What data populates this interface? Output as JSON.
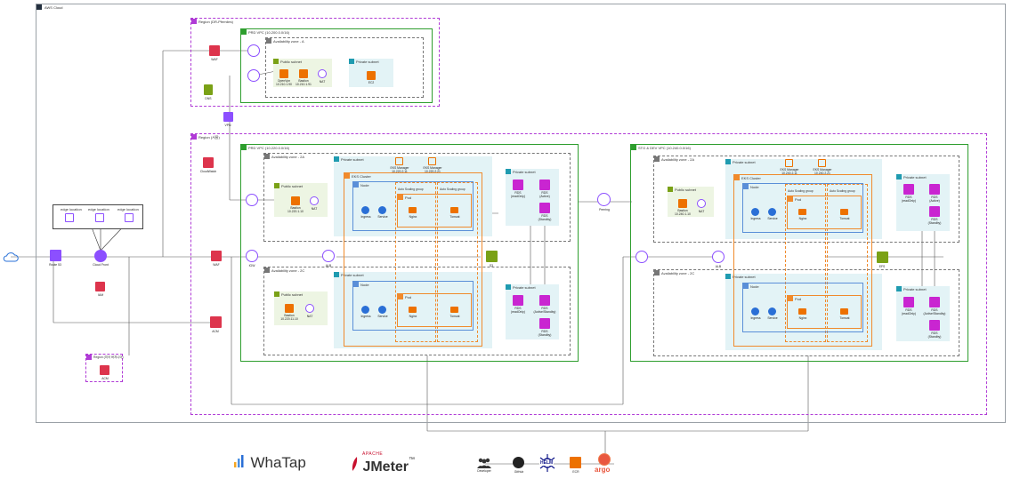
{
  "colors": {
    "region": "#b03bd6",
    "vpc": "#2e9e2e",
    "public_subnet": "#edf5e3",
    "private_subnet": "#e3f3f6",
    "eks": "#f08a2c",
    "node": "#5a8fd8",
    "security": "#dd344c",
    "network": "#8c4fff",
    "compute": "#ed7100",
    "storage": "#7aa116"
  },
  "cloud": {
    "title": "AWS Cloud"
  },
  "edge": {
    "edge_locations": [
      "edge location",
      "edge location",
      "edge location"
    ],
    "route53": "Route 53",
    "cloudfront": "Cloud Front",
    "iam": "IAM",
    "waf_cf": "WAF",
    "acm_main": "ACM",
    "region_us": "Region (미국 버지니아)",
    "acm_us": "ACM"
  },
  "region_top": {
    "title": "Region (DR-Pfemiles)",
    "waf": "WAF",
    "dns": "DNS",
    "vpn": "VPN",
    "vpc_title": "PRD VPC (10.200.0.0/16)",
    "az_title": "Availability zone - A",
    "public_subnet": "Public subnet",
    "openvpn": "OpenVpn\n10.210.1.90",
    "bastion": "Bastion\n10.210.1.91",
    "nat": "NAT",
    "private_subnet": "Private subnet",
    "ec2": "EC2"
  },
  "region_main": {
    "title": "Region (서울)",
    "cloudwatch": "CloudWatch",
    "waf": "WAF",
    "peering": "Peering",
    "prd": {
      "vpc_title": "PRD VPC (10.220.0.0/16)",
      "az_a": "Availability zone - 2A",
      "az_c": "Availability zone - 2C",
      "igw": "IGW",
      "alb": "ALB",
      "s3": "S3",
      "public_subnet_a": "Public subnet",
      "bastion_a": "Bastion\n10.220.1.10",
      "nat_a": "NAT",
      "public_subnet_c": "Public subnet",
      "bastion_c": "Bastion\n10.220.11.10",
      "nat_c": "NAT",
      "private_subnet": "Private subnet",
      "eks_cluster": "EKS Cluster",
      "ec2_manager_1": "EKS Manager\n10.220.2.11",
      "ec2_manager_2": "EKS Manager\n10.220.2.21",
      "asg_1": "Auto Scaling group",
      "asg_2": "Auto Scaling group",
      "node": "Node",
      "pod": "Pod",
      "ingress": "Ingress",
      "service": "Service",
      "nginx": "Nginx",
      "tomcat": "Tomcat",
      "db_private_a": "Private subnet",
      "rds_readonly_a": "RDS\n(readOnly)",
      "rds_active": "RDS\n(Active)",
      "rds_standby": "RDS\n(Standby)",
      "db_private_c": "Private subnet",
      "rds_readonly_c": "RDS\n(readOnly)",
      "rds_active_standby": "RDS\n(Active/Standby)",
      "rds_standby_c": "RDS\n(Standby)"
    },
    "stg": {
      "vpc_title": "STG & DEV VPC (10.240.0.0/16)",
      "az_a": "Availability zone - 2A",
      "az_c": "Availability zone - 2C",
      "alb": "ALB",
      "efs": "EFS",
      "public_subnet": "Public subnet",
      "bastion": "Bastion\n10.240.1.10",
      "nat": "NAT",
      "private_subnet": "Private subnet",
      "eks_cluster": "EKS Cluster",
      "ec2_manager_1": "EKS Manager\n10.240.2.11",
      "ec2_manager_2": "EKS Manager\n10.240.2.21",
      "asg_1": "Auto Scaling group",
      "asg_2": "Auto Scaling group",
      "node": "Node",
      "pod": "Pod",
      "ingress": "Ingress",
      "service": "Service",
      "nginx": "Nginx",
      "tomcat": "Tomcat",
      "db_private_a": "Private subnet",
      "rds_readonly_a": "RDS\n(readOnly)",
      "rds_active": "RDS\n(Active)",
      "rds_standby": "RDS\n(Standby)",
      "db_private_c": "Private subnet",
      "rds_readonly_c": "RDS\n(readOnly)",
      "rds_active_standby": "RDS\n(Active/Standby)",
      "rds_standby_c": "RDS\n(Standby)"
    }
  },
  "devops": {
    "developer": "Developer",
    "github": "GitHub",
    "helm": "HELM",
    "ecr": "ECR",
    "argo": "argo"
  },
  "brands": {
    "whatap": "WhaTap",
    "jmeter_top": "APACHE",
    "jmeter": "JMeter",
    "jmeter_tm": "™"
  }
}
